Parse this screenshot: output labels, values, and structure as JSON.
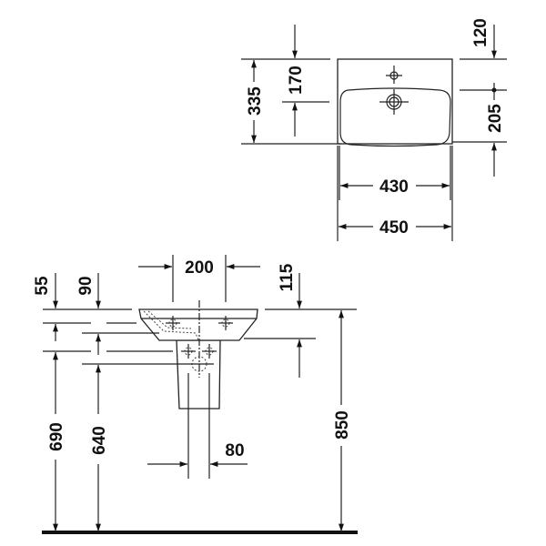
{
  "top_view": {
    "dimensions": {
      "depth_total": "335",
      "tap_offset": "170",
      "back_to_tap": "120",
      "bowl_depth": "205",
      "inner_width": "430",
      "outer_width": "450"
    }
  },
  "side_view": {
    "dimensions": {
      "top_thickness": "55",
      "offset": "90",
      "fixing_spacing": "200",
      "front_height": "115",
      "height_690": "690",
      "height_640": "640",
      "height_850": "850",
      "pipe_spacing": "80"
    }
  }
}
